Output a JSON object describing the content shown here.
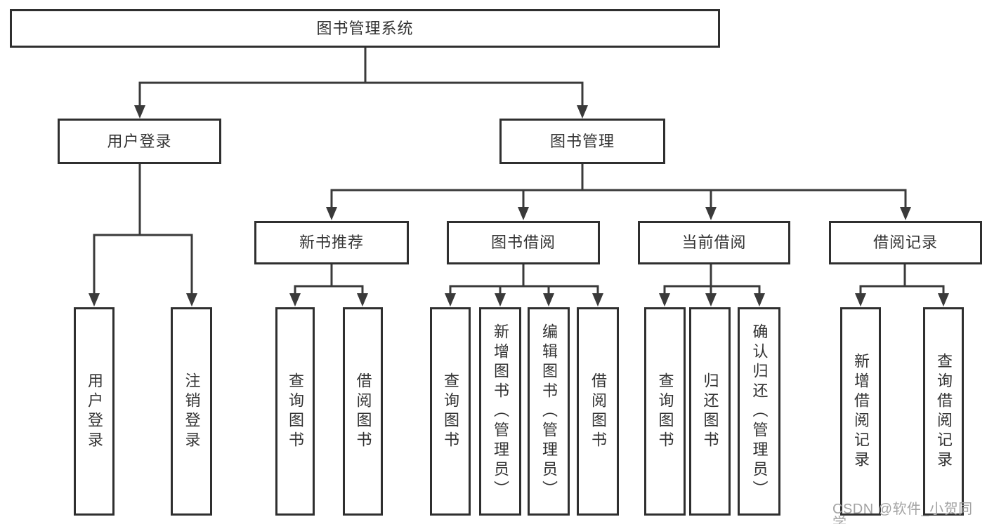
{
  "colors": {
    "line": "#3a3a3a",
    "box_border": "#2f2f2f",
    "text": "#333333",
    "watermark": "#a3a3a3",
    "background": "#ffffff"
  },
  "tree": {
    "root": {
      "label": "图书管理系统"
    },
    "level2": [
      {
        "label": "用户登录",
        "leaves": [
          "用户登录",
          "注销登录"
        ]
      },
      {
        "label": "图书管理",
        "groups": [
          {
            "label": "新书推荐",
            "leaves": [
              "查询图书",
              "借阅图书"
            ]
          },
          {
            "label": "图书借阅",
            "leaves": [
              "查询图书",
              "新增图书（管理员）",
              "编辑图书（管理员）",
              "借阅图书"
            ]
          },
          {
            "label": "当前借阅",
            "leaves": [
              "查询图书",
              "归还图书",
              "确认归还（管理员）"
            ]
          },
          {
            "label": "借阅记录",
            "leaves": [
              "新增借阅记录",
              "查询借阅记录"
            ]
          }
        ]
      }
    ]
  },
  "watermark": {
    "text": "CSDN @软件_小贺同学"
  }
}
